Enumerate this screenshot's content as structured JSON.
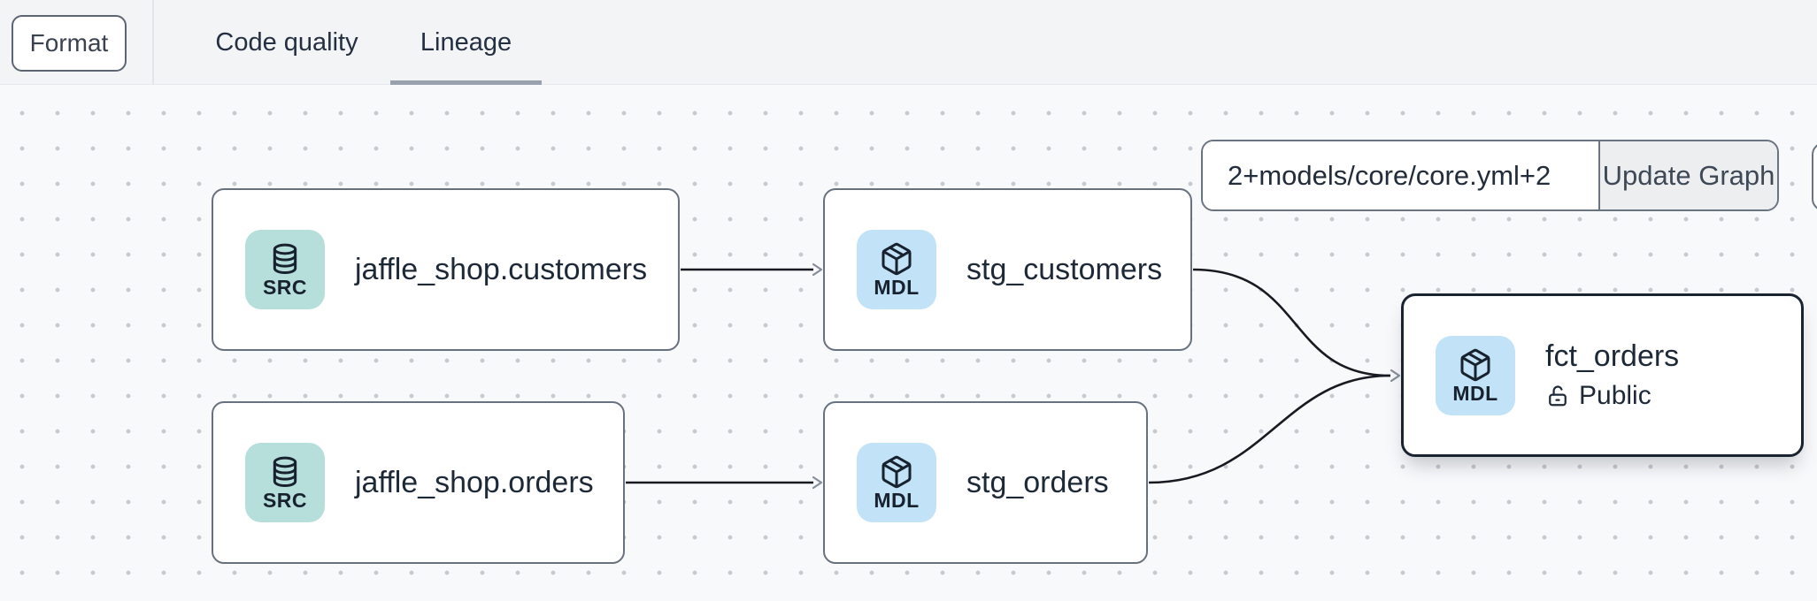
{
  "toolbar": {
    "format_label": "Format"
  },
  "tabs": [
    {
      "label": "Code quality",
      "active": false
    },
    {
      "label": "Lineage",
      "active": true
    }
  ],
  "controls": {
    "selector_value": "2+models/core/core.yml+2",
    "update_button_label": "Update Graph"
  },
  "graph": {
    "nodes": [
      {
        "id": "jaffle_shop.customers",
        "label": "jaffle_shop.customers",
        "badge": "SRC",
        "type": "source",
        "selected": false
      },
      {
        "id": "stg_customers",
        "label": "stg_customers",
        "badge": "MDL",
        "type": "model",
        "selected": false
      },
      {
        "id": "jaffle_shop.orders",
        "label": "jaffle_shop.orders",
        "badge": "SRC",
        "type": "source",
        "selected": false
      },
      {
        "id": "stg_orders",
        "label": "stg_orders",
        "badge": "MDL",
        "type": "model",
        "selected": false
      },
      {
        "id": "fct_orders",
        "label": "fct_orders",
        "badge": "MDL",
        "type": "model",
        "access": "Public",
        "selected": true
      }
    ],
    "edges": [
      {
        "from": "jaffle_shop.customers",
        "to": "stg_customers"
      },
      {
        "from": "jaffle_shop.orders",
        "to": "stg_orders"
      },
      {
        "from": "stg_customers",
        "to": "fct_orders"
      },
      {
        "from": "stg_orders",
        "to": "fct_orders"
      }
    ]
  },
  "colors": {
    "src_badge": "#b6dedb",
    "mdl_badge": "#c1e2f7",
    "node_border": "#68717f",
    "selected_border": "#1a2330",
    "edge": "#171b21",
    "arrowhead": "#858d99",
    "text": "#1e2938",
    "topbar_bg": "#f3f4f6",
    "canvas_bg": "#f8f9fb",
    "tab_underline": "#98a1ad",
    "update_btn_bg": "#eceef0"
  }
}
